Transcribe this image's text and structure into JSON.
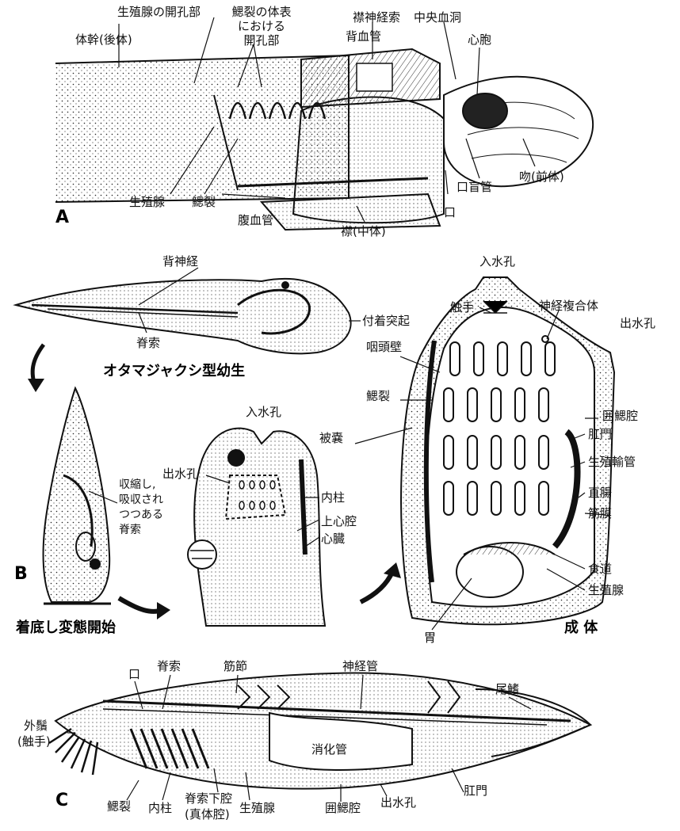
{
  "panels": {
    "a": "A",
    "b": "B",
    "c": "C"
  },
  "panel_a": {
    "trunk": "体幹(後体)",
    "gonad_pore": "生殖腺の開孔部",
    "gill_pore_1": "鰓裂の体表",
    "gill_pore_2": "における",
    "gill_pore_3": "開孔部",
    "collar_nerve": "襟神経索",
    "dorsal_vessel": "背血管",
    "central_sinus": "中央血洞",
    "heart_vesicle": "心胞",
    "proboscis": "吻(前体)",
    "stomochord": "口盲管",
    "mouth": "口",
    "collar": "襟(中体)",
    "ventral_vessel": "腹血管",
    "gill_slit": "鰓裂",
    "gonad": "生殖腺"
  },
  "panel_b": {
    "dorsal_nerve": "背神経",
    "adhesive_papilla": "付着突起",
    "notochord": "脊索",
    "tadpole_title": "オタマジャクシ型幼生",
    "settle_caption": "着底し変態開始",
    "resorb_1": "収縮し,",
    "resorb_2": "吸収され",
    "resorb_3": "つつある",
    "resorb_4": "脊索",
    "mid_oral_siphon": "入水孔",
    "mid_atrial_siphon": "出水孔",
    "mid_endostyle": "内柱",
    "mid_epicardium": "上心腔",
    "mid_heart": "心臓",
    "adult_oral_siphon": "入水孔",
    "adult_tentacle": "触手",
    "adult_nerve_complex": "神経複合体",
    "adult_atrial_siphon": "出水孔",
    "adult_pharynx_wall": "咽頭壁",
    "adult_gill_slit": "鰓裂",
    "adult_tunic": "被嚢",
    "adult_atrium": "囲鰓腔",
    "adult_anus": "肛門",
    "adult_gonoduct": "生殖輸管",
    "adult_rectum": "直腸",
    "adult_muscle": "筋膜",
    "adult_esophagus": "食道",
    "adult_gonad": "生殖腺",
    "adult_stomach": "胃",
    "adult_title": "成 体"
  },
  "panel_c": {
    "mouth": "口",
    "notochord": "脊索",
    "myotome": "筋節",
    "nerve_tube": "神経管",
    "caudal_fin": "尾鰭",
    "cirri_1": "外鬚",
    "cirri_2": "(触手)",
    "gut": "消化管",
    "anus": "肛門",
    "gill_slit": "鰓裂",
    "endostyle": "内柱",
    "subchordal_1": "脊索下腔",
    "subchordal_2": "(真体腔)",
    "gonad": "生殖腺",
    "atrium": "囲鰓腔",
    "atriopore": "出水孔"
  }
}
